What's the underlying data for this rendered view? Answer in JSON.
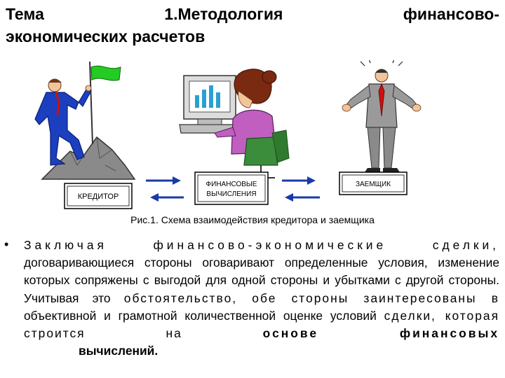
{
  "title": {
    "part1": "Тема",
    "part2": "1.Методология",
    "part3": "финансово-",
    "line2": "экономических расчетов"
  },
  "figure": {
    "creditor_label": "КРЕДИТОР",
    "computing_label_1": "ФИНАНСОВЫЕ",
    "computing_label_2": "ВЫЧИСЛЕНИЯ",
    "borrower_label": "ЗАЕМЩИК",
    "caption": "Рис.1. Схема взаимодействия кредитора и заемщика"
  },
  "body": {
    "bullet": "•",
    "l1": "Заключая финансово-экономические сделки,",
    "l2": "договаривающиеся стороны оговаривают определенные",
    "l3": "условия, изменение которых сопряжены с выгодой для",
    "l4": "одной стороны и убытками с другой стороны. Учитывая это",
    "l5": "обстоятельство, обе стороны заинтересованы в",
    "l6": "объективной и грамотной количественной оценке условий",
    "l7a": "сделки, которая строится на ",
    "l7b": "основе финансовых",
    "l8": "вычислений."
  }
}
